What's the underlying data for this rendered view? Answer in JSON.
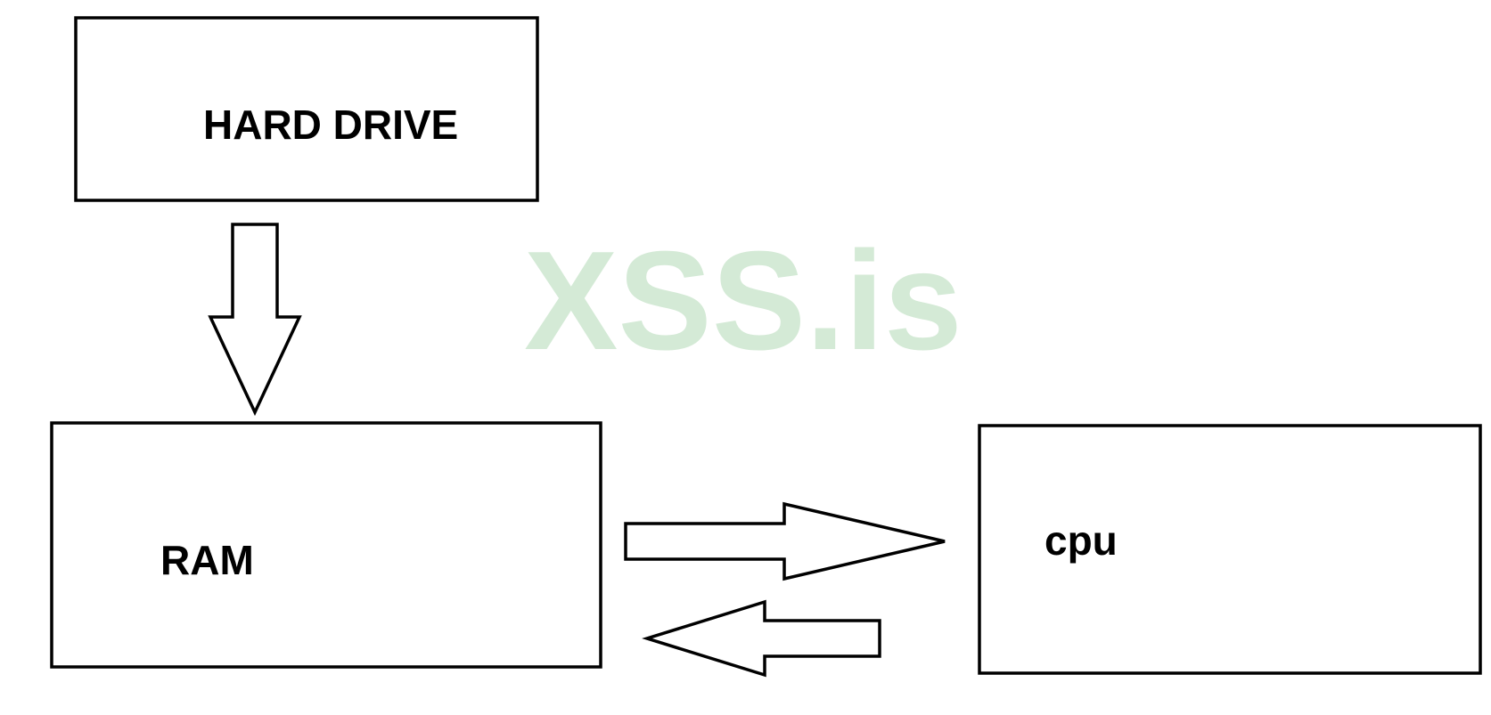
{
  "nodes": {
    "hard_drive": {
      "label": "HARD DRIVE"
    },
    "ram": {
      "label": "RAM"
    },
    "cpu": {
      "label": "cpu"
    }
  },
  "edges": [
    {
      "from": "hard_drive",
      "to": "ram",
      "style": "block-arrow"
    },
    {
      "from": "ram",
      "to": "cpu",
      "style": "block-arrow"
    },
    {
      "from": "cpu",
      "to": "ram",
      "style": "block-arrow"
    }
  ],
  "watermark": {
    "text": "XSS.is",
    "color": "#d4ead6"
  },
  "colors": {
    "background": "#ffffff",
    "stroke": "#000000",
    "text": "#000000"
  }
}
